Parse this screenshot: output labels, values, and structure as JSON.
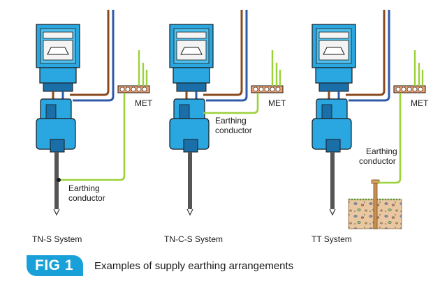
{
  "systems": [
    {
      "name": "TN-S System",
      "met_label": "MET",
      "conductor_label": [
        "Earthing",
        "conductor"
      ]
    },
    {
      "name": "TN-C-S System",
      "met_label": "MET",
      "conductor_label": [
        "Earthing",
        "conductor"
      ]
    },
    {
      "name": "TT System",
      "met_label": "MET",
      "conductor_label": [
        "Earthing",
        "conductor"
      ]
    }
  ],
  "figure": {
    "badge": "FIG 1",
    "caption": "Examples of supply earthing arrangements"
  },
  "colors": {
    "meter_blue": "#2aa6e0",
    "meter_dark": "#1b6fa8",
    "cable_brown": "#8a4a1c",
    "cable_blue": "#2f5aa8",
    "earth_green": "#9bd23a",
    "cable_grey": "#555555",
    "badge": "#1aa0d8"
  }
}
